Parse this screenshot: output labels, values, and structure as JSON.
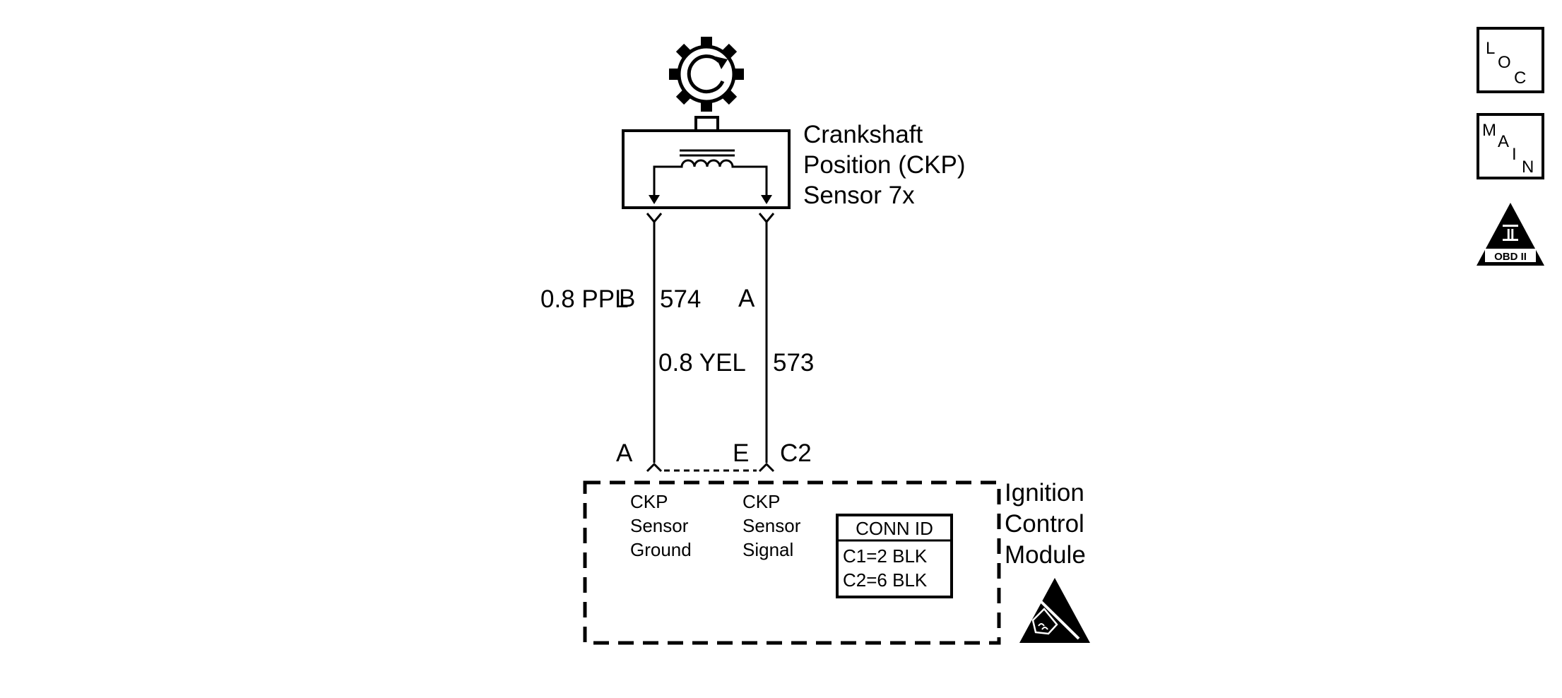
{
  "sensor": {
    "name_lines": [
      "Crankshaft",
      "Position (CKP)",
      "Sensor 7x"
    ],
    "pin_left": "B",
    "pin_right": "A"
  },
  "wires": [
    {
      "gauge_color": "0.8 PPL",
      "circuit": "574"
    },
    {
      "gauge_color": "0.8 YEL",
      "circuit": "573"
    }
  ],
  "module": {
    "name_lines": [
      "Ignition",
      "Control",
      "Module"
    ],
    "pin_left": "A",
    "pin_right": "E",
    "connector": "C2",
    "terminal_left_lines": [
      "CKP",
      "Sensor",
      "Ground"
    ],
    "terminal_right_lines": [
      "CKP",
      "Sensor",
      "Signal"
    ],
    "conn_id": {
      "title": "CONN ID",
      "rows": [
        "C1=2 BLK",
        "C2=6 BLK"
      ]
    }
  },
  "nav": {
    "loc": [
      "L",
      "O",
      "C"
    ],
    "main": [
      "M",
      "A",
      "I",
      "N"
    ],
    "obd": {
      "numeral": "II",
      "label": "OBD II"
    }
  },
  "colors": {
    "line": "#000000",
    "background": "#ffffff"
  }
}
